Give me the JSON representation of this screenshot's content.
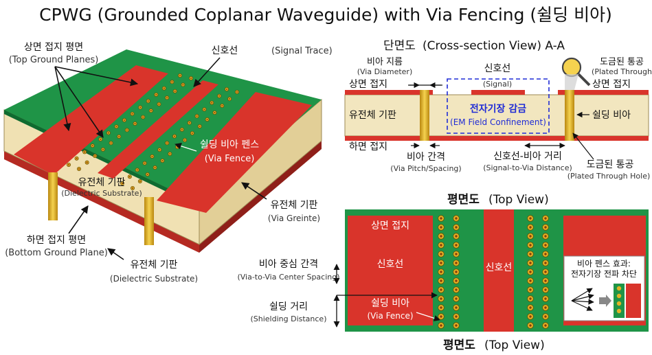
{
  "title": "CPWG (Grounded Coplanar Waveguide) with Via Fencing (쉴딩 비아)",
  "iso": {
    "top_ground_ko": "상면 접지 평면",
    "top_ground_en": "(Top Ground Planes)",
    "signal_ko": "신호선",
    "signal_en": "(Signal Trace)",
    "via_fence_ko": "쉴딩 비아 펜스",
    "via_fence_en": "(Via Fence)",
    "dielectric_ko": "유전체 기판",
    "dielectric_en": "(Dielectric Substrate)",
    "right_dielectric_ko": "유전체 기판",
    "right_dielectric_en": "(Via Greinte)",
    "bottom_ground_ko": "하면 접지 평면",
    "bottom_ground_en": "(Bottom Ground Plane)",
    "bottom_dielectric_ko": "유전체 기판",
    "bottom_dielectric_en": "(Dielectric Substrate)"
  },
  "cross": {
    "heading_ko": "단면도",
    "heading_en": "(Cross-section View) A-A",
    "via_diameter_ko": "비아 지름",
    "via_diameter_en": "(Via Diameter)",
    "signal_ko": "신호선",
    "signal_en": "(Signal)",
    "plated_top_ko": "도금된 통공",
    "plated_top_en": "(Plated Through",
    "top_ground_left": "상면 접지",
    "top_ground_right": "상면 접지",
    "dielectric": "유전체 기판",
    "em_ko": "전자기장 감금",
    "em_en": "(EM Field Confinement)",
    "shield_via": "쉴딩 비아",
    "bottom_ground": "하면 접지",
    "via_pitch_ko": "비아 간격",
    "via_pitch_en": "(Via Pitch/Spacing)",
    "sig_to_via_ko": "신호선-비아 거리",
    "sig_to_via_en": "(Signal-to-Via Distance)",
    "plated_bottom_ko": "도금된 통공",
    "plated_bottom_en": "(Plated Through Hole)"
  },
  "top": {
    "heading_ko": "평면도",
    "heading_en": "(Top View)",
    "top_ground": "상면 접지",
    "signal_left": "신호선",
    "signal_center": "신호선",
    "shield_via_ko": "쉴딩 비아",
    "shield_via_en": "(Via Fence)",
    "effect_line1": "비아 펜스 효과:",
    "effect_line2": "전자기장 전파 차단",
    "center_spacing_ko": "비아 중심 간격",
    "center_spacing_en": "(Via-to-Via Center Spacing)",
    "shield_dist_ko": "쉴딩 거리",
    "shield_dist_en": "(Shielding Distance)",
    "footer_ko": "평면도",
    "footer_en": "(Top View)"
  },
  "colors": {
    "signal_red": "#d9342b",
    "ground_green": "#1f9447",
    "dielectric_beige": "#f2e6bf",
    "via_gold": "#e2b325",
    "em_blue": "#1f2bd6"
  }
}
